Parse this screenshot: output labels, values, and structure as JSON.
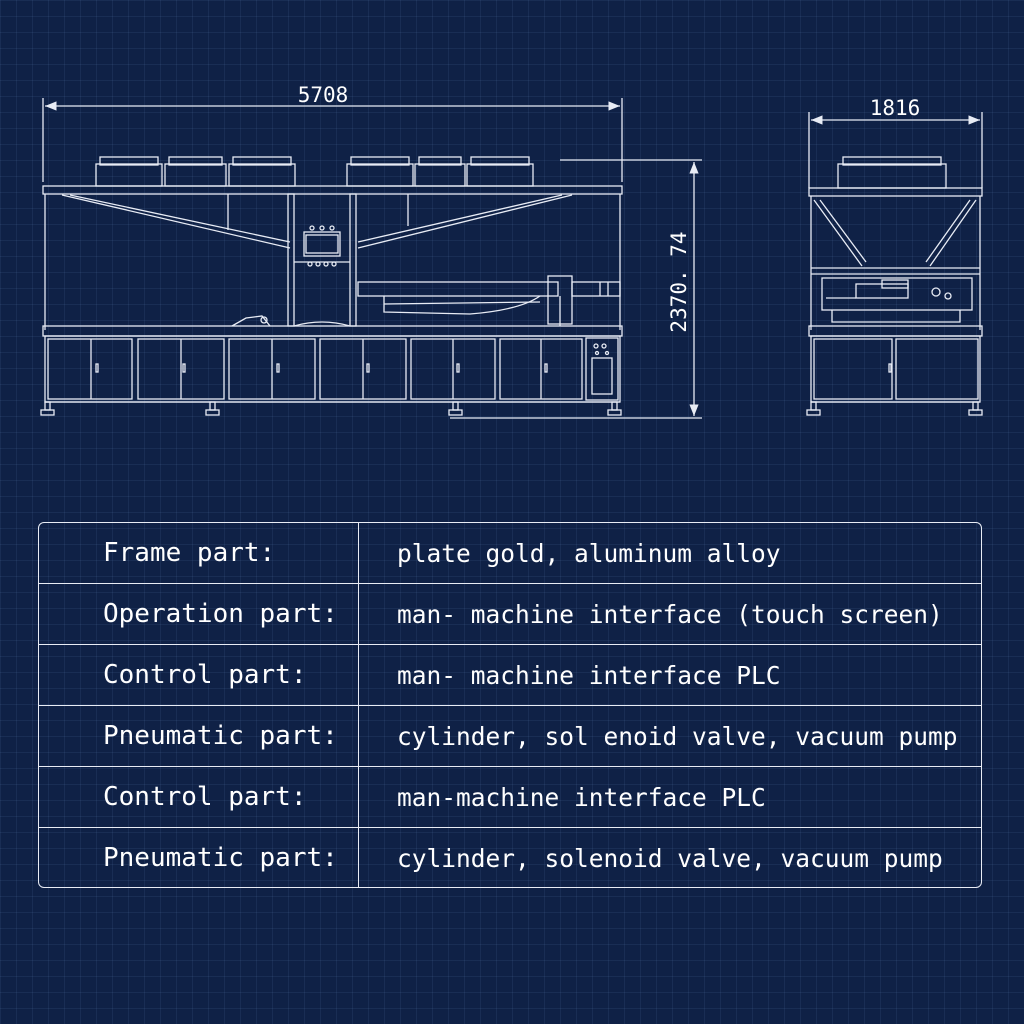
{
  "diagram": {
    "front_view": {
      "width_dimension": "5708",
      "height_dimension": "2370. 74"
    },
    "side_view": {
      "width_dimension": "1816"
    }
  },
  "spec_table": {
    "rows": [
      {
        "label": "Frame part:",
        "value": "plate gold, aluminum alloy"
      },
      {
        "label": "Operation part:",
        "value": "man- machine interface (touch screen)"
      },
      {
        "label": "Control part:",
        "value": "man- machine interface PLC"
      },
      {
        "label": "Pneumatic part:",
        "value": "cylinder, sol enoid valve, vacuum pump"
      },
      {
        "label": "Control part:",
        "value": "man-machine interface PLC"
      },
      {
        "label": "Pneumatic part:",
        "value": "cylinder, solenoid valve, vacuum pump"
      }
    ]
  },
  "colors": {
    "background": "#0f2146",
    "line": "#e8ecf5",
    "grid": "#2a3f6e"
  }
}
